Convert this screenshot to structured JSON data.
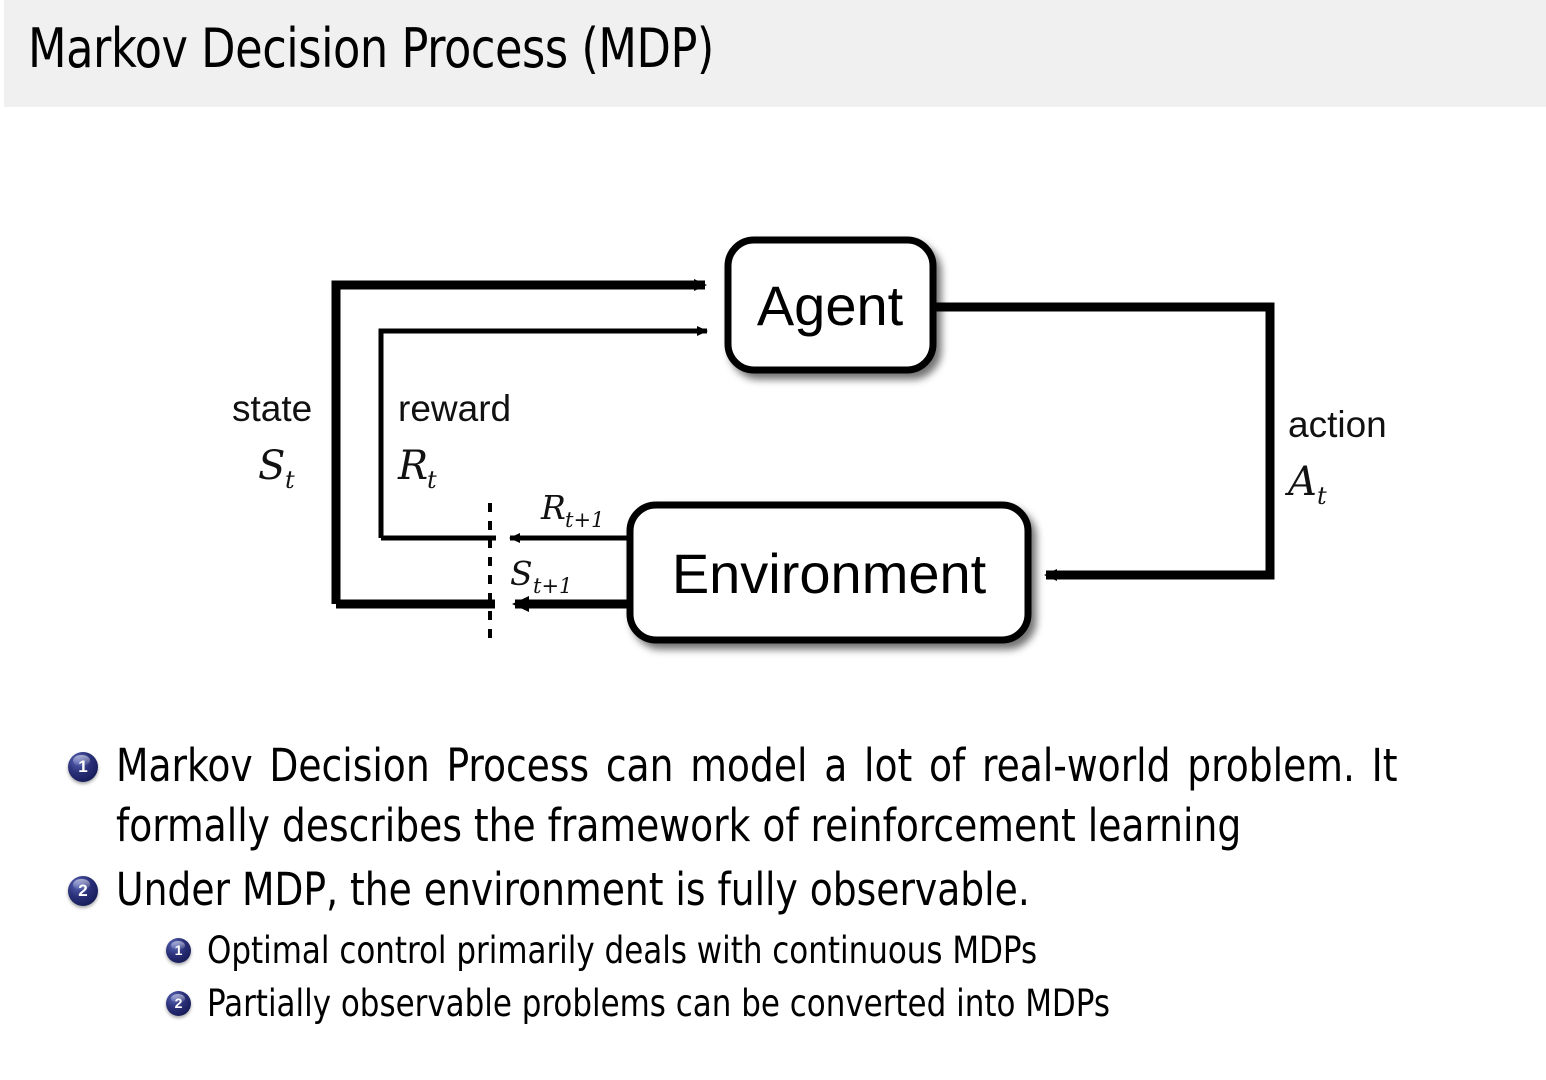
{
  "header": {
    "title": "Markov Decision Process (MDP)",
    "background_color": "#f0f0f0"
  },
  "diagram": {
    "name": "agent-environment-interaction-loop",
    "boxes": {
      "agent": "Agent",
      "environment": "Environment"
    },
    "labels": {
      "state_word": "state",
      "state_sym": "S",
      "state_sub": "t",
      "reward_word": "reward",
      "reward_sym": "R",
      "reward_sub": "t",
      "action_word": "action",
      "action_sym": "A",
      "action_sub": "t",
      "reward_next_sym": "R",
      "reward_next_sub": "t+1",
      "state_next_sym": "S",
      "state_next_sub": "t+1"
    },
    "line_color": "#000000",
    "box_fill": "#ffffff"
  },
  "bullets": {
    "accent_color": "#2b3178",
    "level1": [
      {
        "number": "1",
        "text": "Markov Decision Process can model a lot of real-world problem. It formally describes the framework of reinforcement learning"
      },
      {
        "number": "2",
        "text": "Under MDP, the environment is fully observable."
      }
    ],
    "level2": [
      {
        "number": "1",
        "text": "Optimal control primarily deals with continuous MDPs"
      },
      {
        "number": "2",
        "text": "Partially observable problems can be converted into MDPs"
      }
    ]
  }
}
